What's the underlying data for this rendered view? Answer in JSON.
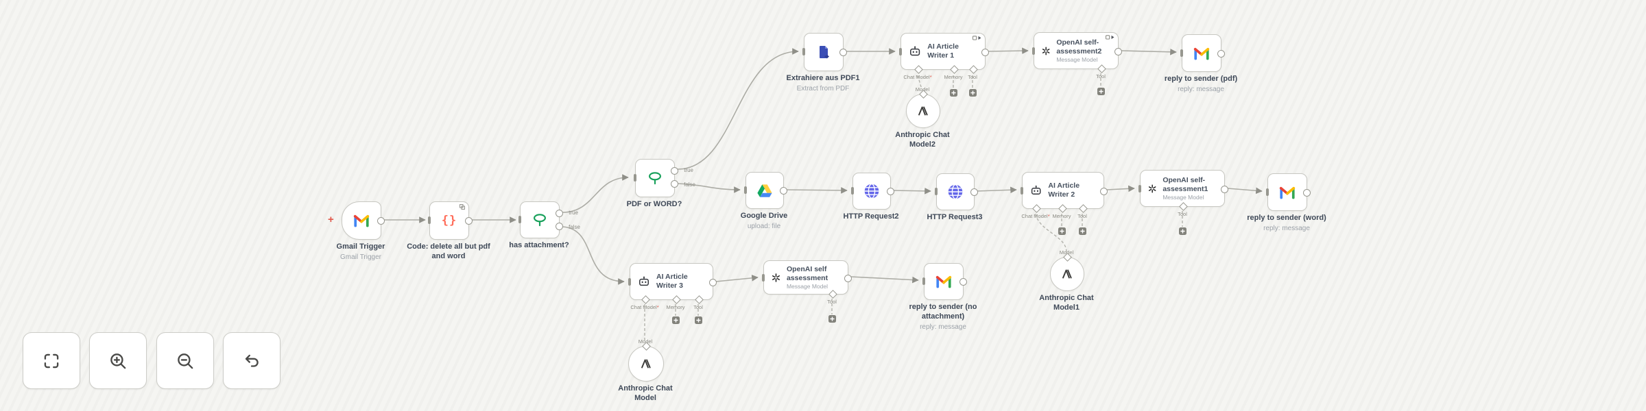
{
  "canvas": {
    "background": "#f5f5f2",
    "node_border": "#c7c7c1",
    "wire_color": "#acaca5",
    "accent_red": "#e2574a"
  },
  "connector_labels": {
    "true_label": "true",
    "false_label": "false",
    "chat_model": "Chat Model",
    "required_mark": "*",
    "memory": "Memory",
    "tool": "Tool",
    "model": "Model"
  },
  "nodes": {
    "gmail_trigger": {
      "icon": "gmail-icon",
      "label": "Gmail Trigger",
      "sublabel": "Gmail Trigger"
    },
    "code": {
      "icon": "code-braces-icon",
      "label": "Code: delete all but pdf and word"
    },
    "has_attachment": {
      "icon": "if-filter-icon",
      "label": "has attachment?"
    },
    "pdf_or_word": {
      "icon": "if-filter-icon",
      "label": "PDF or WORD?"
    },
    "extract_pdf": {
      "icon": "extract-file-icon",
      "label": "Extrahiere aus PDF1",
      "sublabel": "Extract from PDF"
    },
    "ai_writer_1": {
      "icon": "robot-icon",
      "title": "AI Article Writer 1"
    },
    "anthropic_model_2": {
      "icon": "anthropic-icon",
      "label": "Anthropic Chat Model2"
    },
    "openai_self_assessment_2": {
      "icon": "openai-icon",
      "title": "OpenAI self-assessment2",
      "subtitle": "Message Model"
    },
    "reply_pdf": {
      "icon": "gmail-icon",
      "label": "reply to sender (pdf)",
      "sublabel": "reply: message"
    },
    "google_drive": {
      "icon": "google-drive-icon",
      "label": "Google Drive",
      "sublabel": "upload: file"
    },
    "http_request_2": {
      "icon": "globe-icon",
      "label": "HTTP Request2"
    },
    "http_request_3": {
      "icon": "globe-icon",
      "label": "HTTP Request3"
    },
    "ai_writer_2": {
      "icon": "robot-icon",
      "title": "AI Article Writer 2"
    },
    "anthropic_model_1": {
      "icon": "anthropic-icon",
      "label": "Anthropic Chat Model1"
    },
    "openai_self_assessment_1": {
      "icon": "openai-icon",
      "title": "OpenAI self-assessment1",
      "subtitle": "Message Model"
    },
    "reply_word": {
      "icon": "gmail-icon",
      "label": "reply to sender (word)",
      "sublabel": "reply: message"
    },
    "ai_writer_3": {
      "icon": "robot-icon",
      "title": "AI Article Writer 3"
    },
    "anthropic_model": {
      "icon": "anthropic-icon",
      "label": "Anthropic Chat Model"
    },
    "openai_self_assessment": {
      "icon": "openai-icon",
      "title": "OpenAI self assessment",
      "subtitle": "Message Model"
    },
    "reply_no_attachment": {
      "icon": "gmail-icon",
      "label": "reply to sender (no attachment)",
      "sublabel": "reply: message"
    }
  },
  "controls": {
    "fit_view": "fit-view-icon",
    "zoom_in": "zoom-in-icon",
    "zoom_out": "zoom-out-icon",
    "undo": "undo-icon"
  }
}
